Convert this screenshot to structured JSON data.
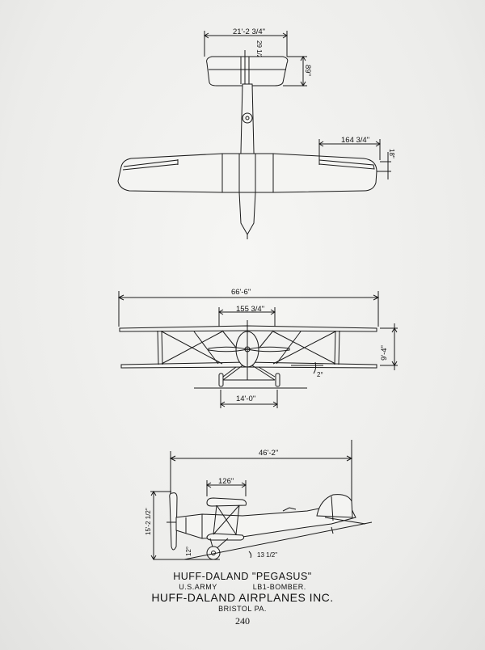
{
  "dimensions": {
    "top_stabilizer_span": "21'-2 3/4\"",
    "top_stabilizer_chord_a": "29 1/2\"",
    "top_stabilizer_chord_b": "89\"",
    "top_aileron_length": "164 3/4\"",
    "top_aileron_chord": "18\"",
    "front_span": "66'-6\"",
    "front_center_span": "155 3/4\"",
    "front_height": "9'-4\"",
    "front_dihedral": "2°",
    "front_track": "14'-0\"",
    "side_length": "46'-2\"",
    "side_stagger": "126\"",
    "side_height": "15'-2 1/2\"",
    "side_gear": "13 1/2\"",
    "side_angle": "12°"
  },
  "caption": {
    "title": "HUFF-DALAND \"PEGASUS\"",
    "left_sub": "U.S.ARMY",
    "right_sub": "LB1-BOMBER.",
    "company": "HUFF-DALAND AIRPLANES INC.",
    "city": "BRISTOL PA."
  },
  "page_number": "240"
}
